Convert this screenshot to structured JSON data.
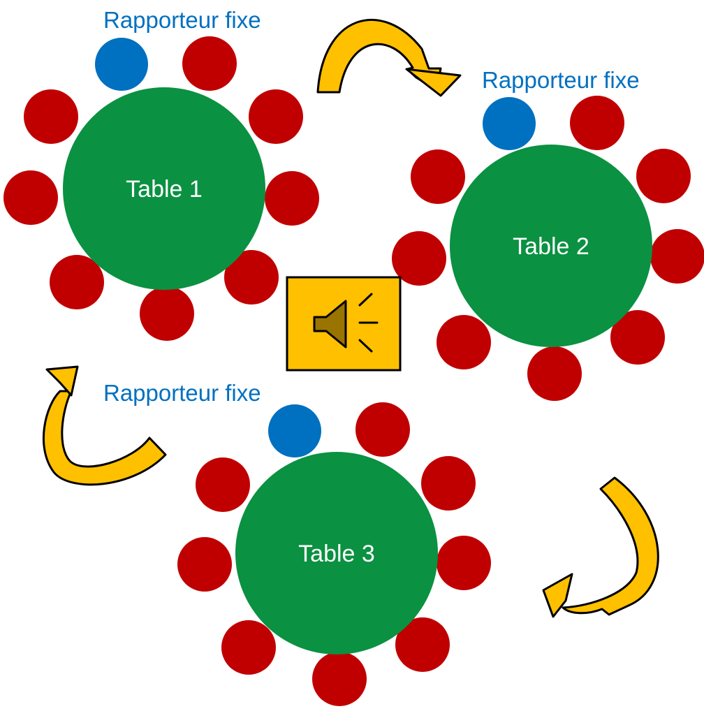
{
  "colors": {
    "table": "#0a9141",
    "participant": "#c00000",
    "reporter": "#0070c0",
    "arrow_fill": "#ffc000",
    "arrow_shade": "#c9a200",
    "speaker_fill": "#ffc000",
    "speaker_icon": "#9a7400"
  },
  "labels": {
    "reporter_1": "Rapporteur fixe",
    "reporter_2": "Rapporteur fixe",
    "reporter_3": "Rapporteur fixe"
  },
  "tables": [
    {
      "label": "Table 1"
    },
    {
      "label": "Table 2"
    },
    {
      "label": "Table 3"
    }
  ],
  "icons": {
    "speaker": "speaker-icon",
    "rotation_arrow": "curved-arrow-icon"
  }
}
